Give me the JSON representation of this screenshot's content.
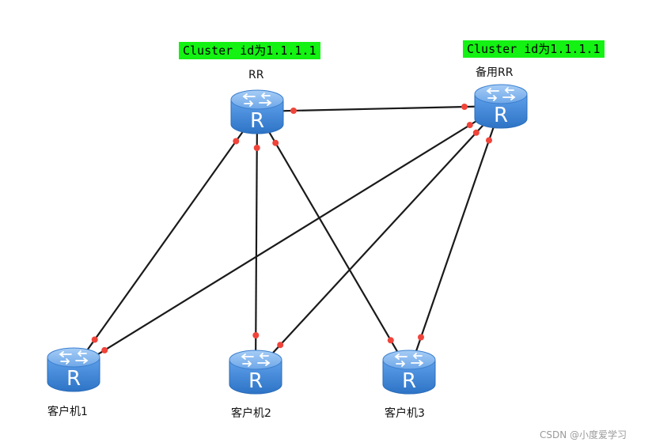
{
  "routers": [
    {
      "id": "rr",
      "label": "RR",
      "tag": "Cluster id为1.1.1.1"
    },
    {
      "id": "backup",
      "label": "备用RR",
      "tag": "Cluster id为1.1.1.1"
    },
    {
      "id": "c1",
      "label": "客户机1"
    },
    {
      "id": "c2",
      "label": "客户机2"
    },
    {
      "id": "c3",
      "label": "客户机3"
    }
  ],
  "links": [
    [
      "rr",
      "backup"
    ],
    [
      "rr",
      "c1"
    ],
    [
      "rr",
      "c2"
    ],
    [
      "rr",
      "c3"
    ],
    [
      "backup",
      "c1"
    ],
    [
      "backup",
      "c2"
    ],
    [
      "backup",
      "c3"
    ]
  ],
  "icon_letter": "R",
  "watermark": "CSDN @小度爱学习",
  "colors": {
    "link": "#1a1a1a",
    "port": "#f0443a",
    "router_top": "#7fb3ee",
    "router_body": "#3a86dc",
    "tag_bg": "#13f213"
  }
}
